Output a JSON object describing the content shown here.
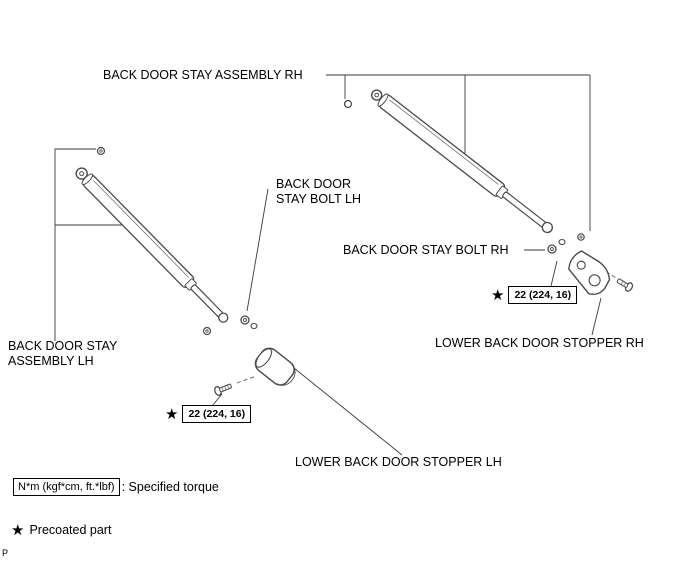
{
  "diagram": {
    "labels": {
      "stay_assembly_rh": "BACK DOOR STAY ASSEMBLY RH",
      "stay_assembly_lh_l1": "BACK DOOR STAY",
      "stay_assembly_lh_l2": "ASSEMBLY LH",
      "stay_bolt_lh_l1": "BACK DOOR",
      "stay_bolt_lh_l2": "STAY BOLT LH",
      "stay_bolt_rh": "BACK DOOR STAY BOLT RH",
      "stopper_rh": "LOWER BACK DOOR STOPPER RH",
      "stopper_lh": "LOWER BACK DOOR STOPPER LH"
    },
    "torque_specs": {
      "lh": "22 (224, 16)",
      "rh": "22 (224, 16)"
    }
  },
  "legend": {
    "units_label": "N*m (kgf*cm, ft.*lbf)",
    "units_desc": ": Specified torque",
    "star_icon": "★",
    "star_desc": "Precoated part"
  },
  "page": {
    "marker": "P"
  },
  "colors": {
    "line": "#3a3a3a",
    "part_line": "#4a4a4a",
    "bg": "#ffffff"
  }
}
